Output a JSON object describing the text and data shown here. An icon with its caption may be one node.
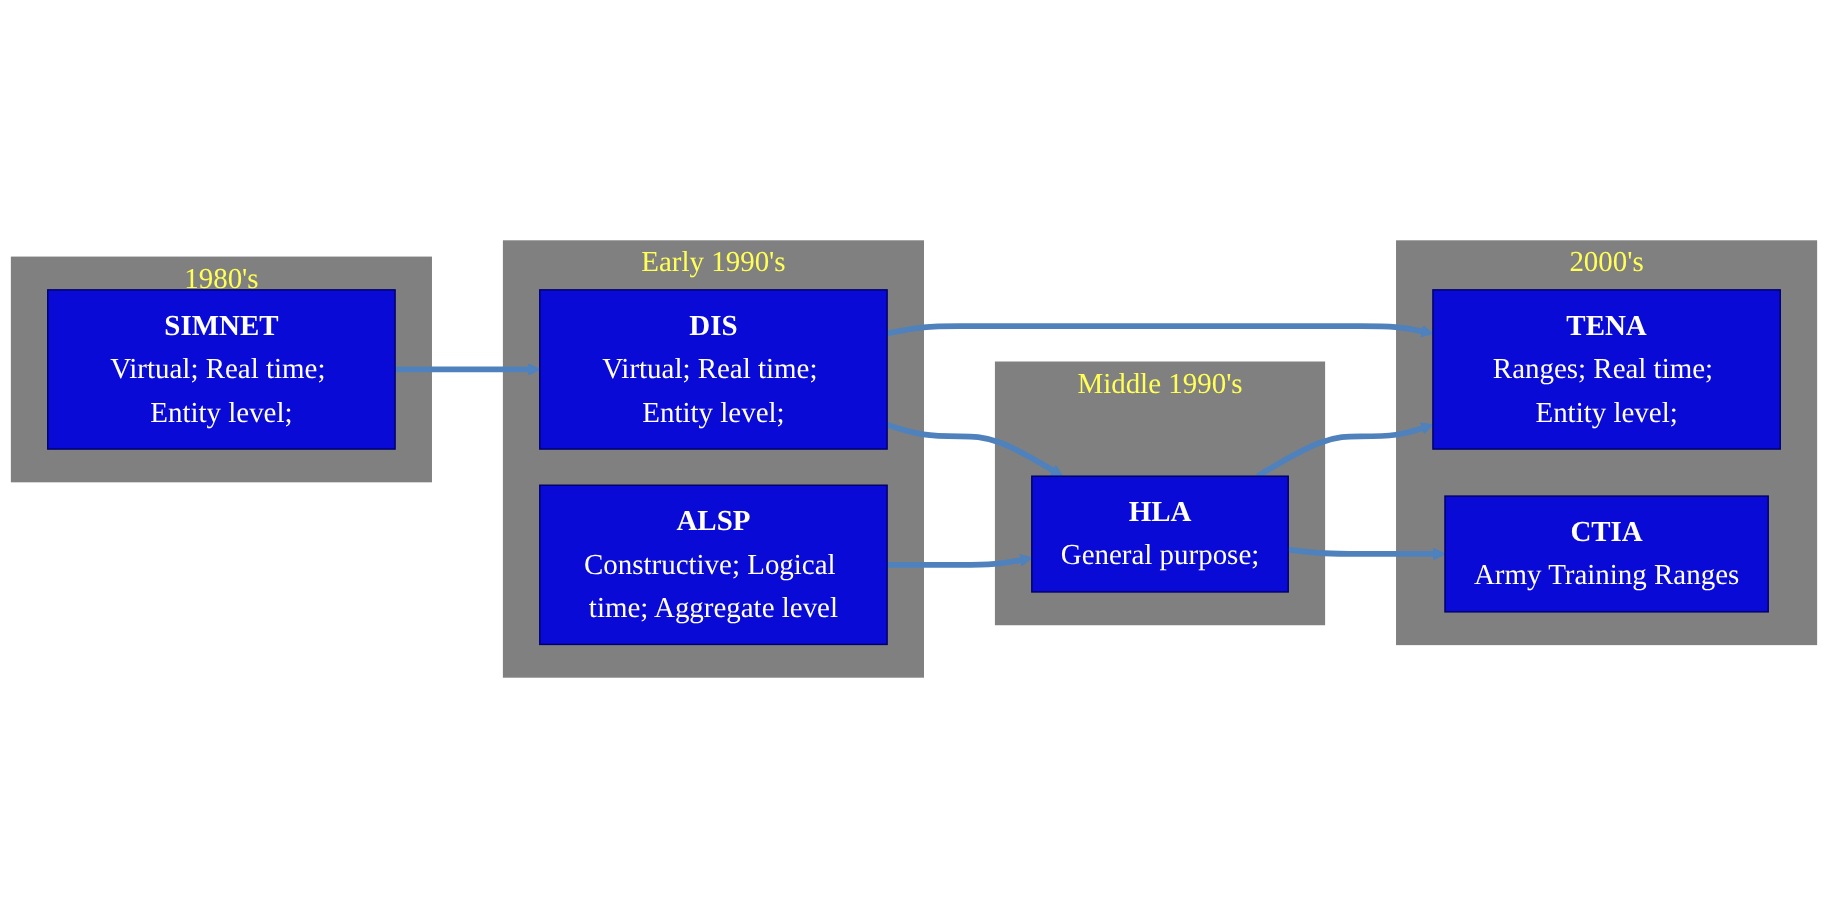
{
  "diagram": {
    "nodes": [
      {
        "text": [
          "1980's"
        ]
      },
      {
        "text": [
          "SIMNET",
          "Virtual; Real time; Entity level;"
        ],
        "in": 0
      },
      {
        "text": [
          "Early 1990's"
        ]
      },
      {
        "text": [
          "DIS",
          "Virtual; Real time; Entity level;"
        ],
        "in": 2
      },
      {
        "text": [
          "ALSP",
          "Constructive; Logical time; Aggregate level"
        ],
        "in": 2
      },
      {
        "text": [
          "Middle 1990's"
        ]
      },
      {
        "text": [
          "HLA",
          "General purpose;"
        ],
        "in": 5
      },
      {
        "text": [
          "2000's"
        ]
      },
      {
        "text": [
          "TENA",
          "Ranges; Real time; Entity level;"
        ],
        "in": 7
      },
      {
        "text": [
          "CTIA",
          "Army Training Ranges"
        ],
        "in": 7
      }
    ],
    "edges": [
      {
        "from": 1,
        "to": 3,
        "arrow": "to"
      },
      {
        "from": 3,
        "to": 8,
        "arrow": "to"
      },
      {
        "from": 3,
        "to": 6,
        "arrow": "to"
      },
      {
        "from": 4,
        "to": 6,
        "arrow": "to"
      },
      {
        "from": 6,
        "to": 8,
        "arrow": "to"
      },
      {
        "from": 6,
        "to": 9,
        "arrow": "to"
      }
    ]
  }
}
